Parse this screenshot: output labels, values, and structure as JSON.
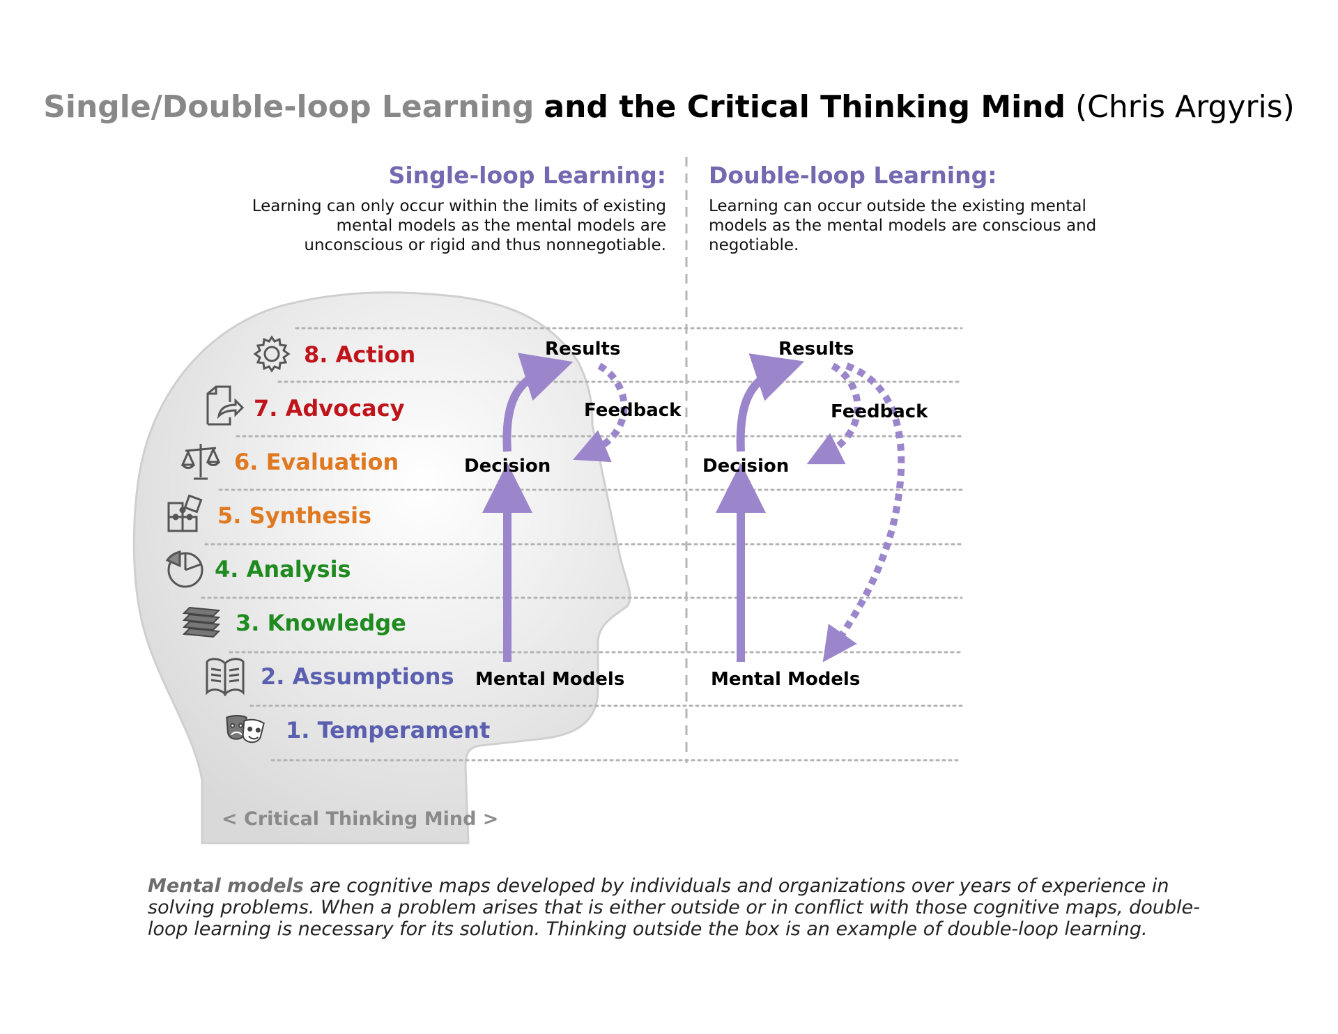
{
  "title": {
    "part1": "Single/Double-loop Learning",
    "part2": "and the Critical Thinking Mind",
    "part3": "(Chris Argyris)"
  },
  "single_loop": {
    "heading": "Single-loop Learning:",
    "description": [
      "Learning can only occur within the limits of existing",
      "mental models as the mental models are",
      "unconscious or rigid and thus nonnegotiable."
    ]
  },
  "double_loop": {
    "heading": "Double-loop Learning:",
    "description": [
      "Learning can occur outside the existing mental",
      "models as the mental models are conscious and",
      "negotiable."
    ]
  },
  "levels": [
    {
      "label": "8. Action",
      "color": "#c0141b",
      "icon": "gear-icon"
    },
    {
      "label": "7. Advocacy",
      "color": "#c0141b",
      "icon": "share-document-icon"
    },
    {
      "label": "6. Evaluation",
      "color": "#e07820",
      "icon": "scales-icon"
    },
    {
      "label": "5. Synthesis",
      "color": "#e07820",
      "icon": "puzzle-icon"
    },
    {
      "label": "4. Analysis",
      "color": "#1f8a1f",
      "icon": "pie-chart-icon"
    },
    {
      "label": "3. Knowledge",
      "color": "#1f8a1f",
      "icon": "books-icon"
    },
    {
      "label": "2. Assumptions",
      "color": "#5a5fb0",
      "icon": "open-book-icon"
    },
    {
      "label": "1. Temperament",
      "color": "#5a5fb0",
      "icon": "theater-masks-icon"
    }
  ],
  "head_caption": "< Critical Thinking Mind >",
  "single_diagram": {
    "results": "Results",
    "feedback": "Feedback",
    "decision": "Decision",
    "mental_models": "Mental Models"
  },
  "double_diagram": {
    "results": "Results",
    "feedback": "Feedback",
    "decision": "Decision",
    "mental_models": "Mental Models"
  },
  "colors": {
    "accent": "#9b86cc",
    "heading": "#7468b0",
    "head_fill": "#e6e6e6"
  },
  "footnote": {
    "emphasis": "Mental models",
    "text": " are cognitive maps developed by individuals and organizations over years of experience in solving problems. When a problem arises that is either outside or in conflict with those cognitive maps, double-loop learning is necessary for its solution. Thinking outside the box is an example of double-loop learning."
  }
}
